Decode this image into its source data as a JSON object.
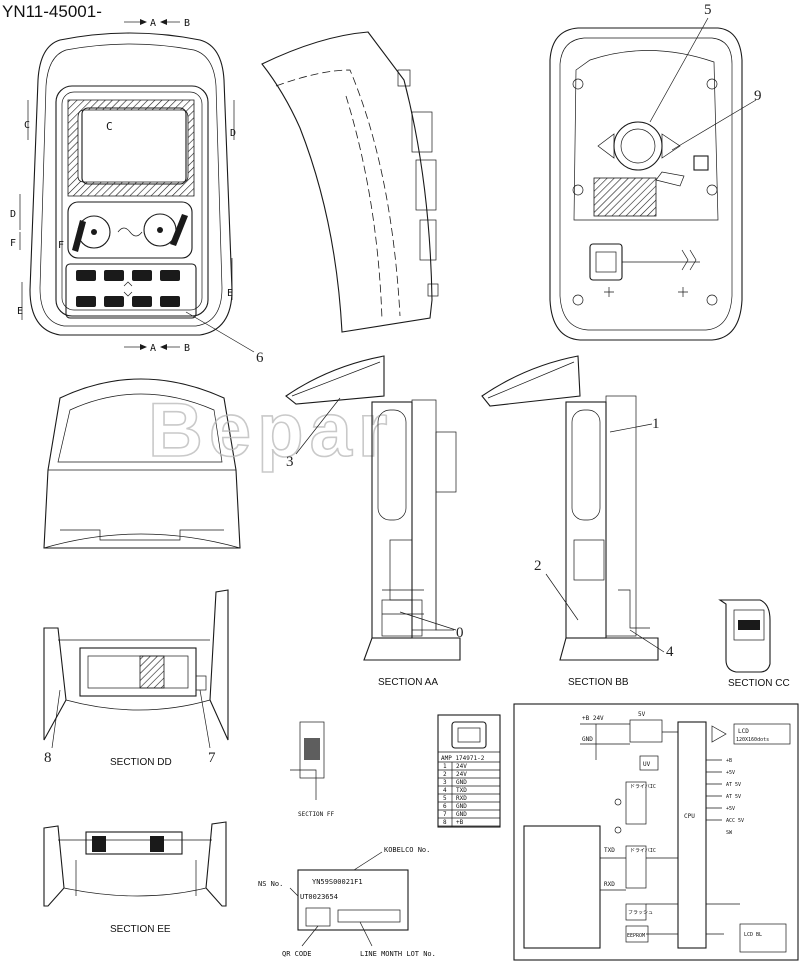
{
  "drawing": {
    "code": "YN11-45001-",
    "watermark": "Bepar"
  },
  "cut_marks": {
    "a": "A",
    "b": "B",
    "c": "C",
    "d": "D",
    "e": "E",
    "f": "F"
  },
  "callouts": {
    "n0": "0",
    "n1": "1",
    "n2": "2",
    "n3": "3",
    "n4": "4",
    "n5": "5",
    "n6": "6",
    "n7": "7",
    "n8": "8",
    "n9": "9"
  },
  "sections": {
    "aa": "SECTION AA",
    "bb": "SECTION BB",
    "cc": "SECTION CC",
    "dd": "SECTION DD",
    "ee": "SECTION EE",
    "ff": "SECTION FF"
  },
  "connector": {
    "part_no": "AMP 174971-2",
    "pins": [
      {
        "no": "1",
        "signal": "24V"
      },
      {
        "no": "2",
        "signal": "24V"
      },
      {
        "no": "3",
        "signal": "GND"
      },
      {
        "no": "4",
        "signal": "TXD"
      },
      {
        "no": "5",
        "signal": "RXD"
      },
      {
        "no": "6",
        "signal": "GND"
      },
      {
        "no": "7",
        "signal": "GND"
      },
      {
        "no": "8",
        "signal": "+B"
      }
    ]
  },
  "nameplate": {
    "maker_label": "KOBELCO No.",
    "ns_label": "NS No.",
    "part_no": "YN59S00021F1",
    "serial": "UT0023654",
    "qr_label": "QR CODE",
    "lot_label": "LINE MONTH LOT No."
  },
  "schematic": {
    "v24": "+B 24V",
    "gnd": "GND",
    "lcd": "LCD",
    "lcd_sub": "120X160dots",
    "reg": "5V",
    "uv": "UV",
    "cpu": "CPU",
    "driver1": "ドライバIC",
    "driver2": "ドライバIC",
    "txd": "TXD",
    "rxd": "RXD",
    "flash": "フラッシュ",
    "eeprom": "EEPROM",
    "led": "LCD BL",
    "outputs": [
      "+B",
      "+5V",
      "AT 5V",
      "AT 5V",
      "+5V",
      "ACC 5V",
      "SW"
    ]
  }
}
